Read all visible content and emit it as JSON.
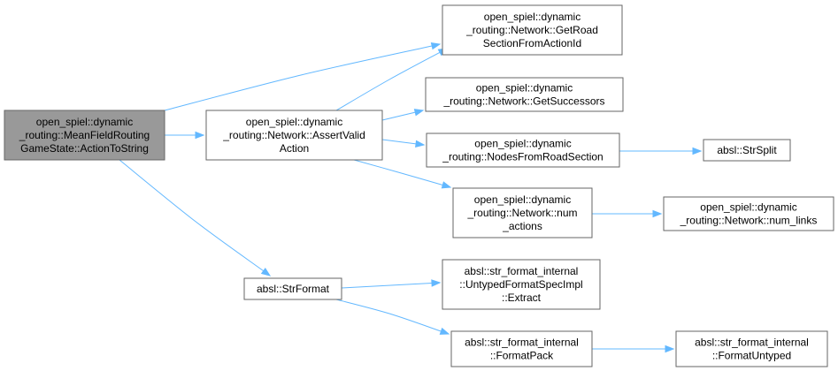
{
  "graph": {
    "colors": {
      "edge": "#63b8ff",
      "node_border": "#666666",
      "root_fill": "#999999",
      "node_fill": "#ffffff"
    },
    "nodes": [
      {
        "id": "n0",
        "name": "node-mean-field-routing-action-to-string",
        "root": true,
        "lines": [
          "open_spiel::dynamic",
          "_routing::MeanFieldRouting",
          "GameState::ActionToString"
        ]
      },
      {
        "id": "n1",
        "name": "node-network-assert-valid-action",
        "lines": [
          "open_spiel::dynamic",
          "_routing::Network::AssertValid",
          "Action"
        ]
      },
      {
        "id": "n2",
        "name": "node-network-get-road-section-from-action-id",
        "lines": [
          "open_spiel::dynamic",
          "_routing::Network::GetRoad",
          "SectionFromActionId"
        ]
      },
      {
        "id": "n3",
        "name": "node-network-get-successors",
        "lines": [
          "open_spiel::dynamic",
          "_routing::Network::GetSuccessors"
        ]
      },
      {
        "id": "n4",
        "name": "node-nodes-from-road-section",
        "lines": [
          "open_spiel::dynamic",
          "_routing::NodesFromRoadSection"
        ]
      },
      {
        "id": "n5",
        "name": "node-absl-str-split",
        "lines": [
          "absl::StrSplit"
        ]
      },
      {
        "id": "n6",
        "name": "node-network-num-actions",
        "lines": [
          "open_spiel::dynamic",
          "_routing::Network::num",
          "_actions"
        ]
      },
      {
        "id": "n7",
        "name": "node-network-num-links",
        "lines": [
          "open_spiel::dynamic",
          "_routing::Network::num_links"
        ]
      },
      {
        "id": "n8",
        "name": "node-absl-str-format",
        "lines": [
          "absl::StrFormat"
        ]
      },
      {
        "id": "n9",
        "name": "node-untyped-format-spec-impl-extract",
        "lines": [
          "absl::str_format_internal",
          "::UntypedFormatSpecImpl",
          "::Extract"
        ]
      },
      {
        "id": "n10",
        "name": "node-format-pack",
        "lines": [
          "absl::str_format_internal",
          "::FormatPack"
        ]
      },
      {
        "id": "n11",
        "name": "node-format-untyped",
        "lines": [
          "absl::str_format_internal",
          "::FormatUntyped"
        ]
      }
    ],
    "edges": [
      {
        "from": "n0",
        "to": "n2"
      },
      {
        "from": "n0",
        "to": "n1"
      },
      {
        "from": "n0",
        "to": "n8"
      },
      {
        "from": "n1",
        "to": "n2"
      },
      {
        "from": "n1",
        "to": "n3"
      },
      {
        "from": "n1",
        "to": "n4"
      },
      {
        "from": "n1",
        "to": "n6"
      },
      {
        "from": "n4",
        "to": "n5"
      },
      {
        "from": "n6",
        "to": "n7"
      },
      {
        "from": "n8",
        "to": "n9"
      },
      {
        "from": "n8",
        "to": "n10"
      },
      {
        "from": "n10",
        "to": "n11"
      }
    ]
  }
}
